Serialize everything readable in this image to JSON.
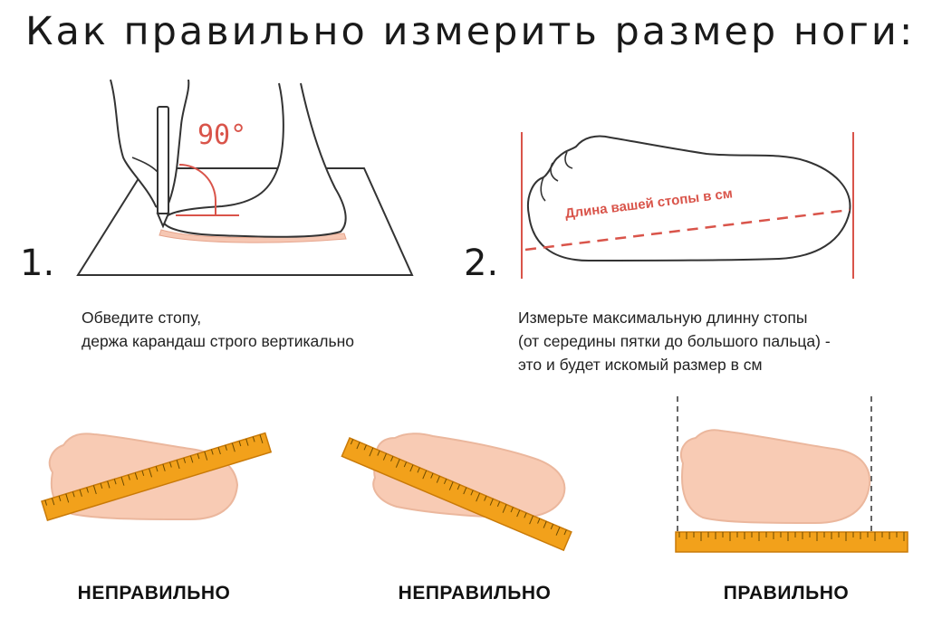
{
  "title": "Как правильно измерить размер ноги:",
  "step1": {
    "number": "1.",
    "angle_label": "90°",
    "description_line1": "Обведите стопу,",
    "description_line2": "держа карандаш строго вертикально"
  },
  "step2": {
    "number": "2.",
    "foot_label": "Длина вашей стопы в см",
    "description_line1": "Измерьте максимальную длинну стопы",
    "description_line2": "(от середины пятки до большого пальца) -",
    "description_line3": "это и будет искомый размер в см"
  },
  "examples": [
    {
      "verdict": "НЕПРАВИЛЬНО"
    },
    {
      "verdict": "НЕПРАВИЛЬНО"
    },
    {
      "verdict": "ПРАВИЛЬНО"
    }
  ],
  "colors": {
    "accent": "#d9544a",
    "ruler": "#f2a11b",
    "ruler_edge": "#c97a08",
    "foot_fill": "#f8cbb4",
    "foot_stroke": "#ebb79d",
    "ink": "#222222"
  }
}
